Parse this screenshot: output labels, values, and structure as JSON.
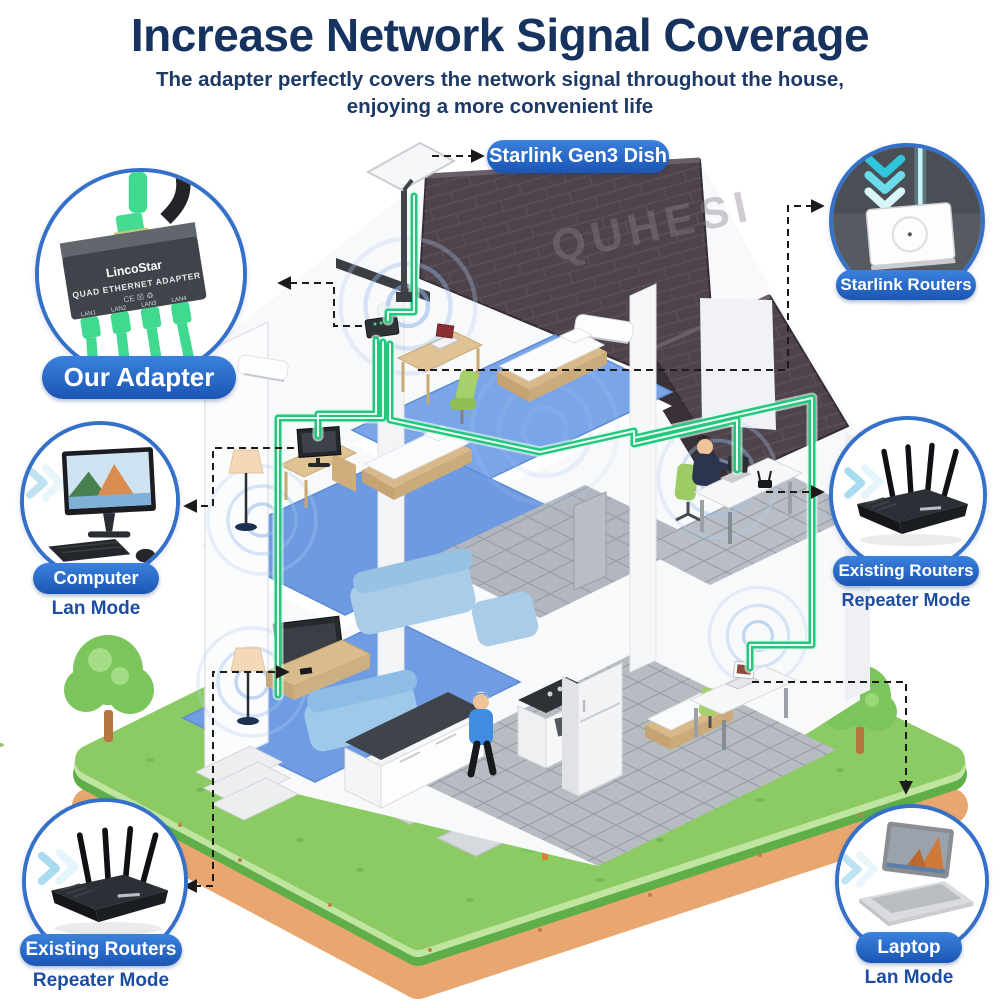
{
  "header": {
    "title": "Increase Network Signal Coverage",
    "subtitle_line1": "The adapter perfectly covers the network signal throughout the house,",
    "subtitle_line2": "enjoying a more convenient life"
  },
  "callouts": {
    "starlink_dish": {
      "label": "Starlink Gen3 Dish"
    },
    "our_adapter": {
      "label": "Our Adapter",
      "device_brand": "LincoStar",
      "device_label": "QUAD ETHERNET ADAPTER",
      "ports": [
        "LAN1",
        "LAN2",
        "LAN3",
        "LAN4"
      ]
    },
    "starlink_routers": {
      "label": "Starlink Routers"
    },
    "computer": {
      "label": "Computer",
      "mode": "Lan Mode"
    },
    "existing_routers_right": {
      "label": "Existing Routers",
      "mode": "Repeater Mode"
    },
    "existing_routers_bottom_left": {
      "label": "Existing Routers",
      "mode": "Repeater Mode"
    },
    "laptop": {
      "label": "Laptop",
      "mode": "Lan Mode"
    }
  },
  "house": {
    "roof_watermark": "QUHESI"
  },
  "colors": {
    "title_navy": "#16335f",
    "label_pill_blue": "#1d5cbf",
    "mode_text_blue": "#1e4da0",
    "cable_green": "#2bd389",
    "circle_border": "#3570c9",
    "chevron_teal": "#35c4da",
    "floor_blue": "#6f9ce2",
    "roof_dark": "#4e434b",
    "grass_green": "#8ccb63",
    "soil_orange": "#e9a76f"
  }
}
